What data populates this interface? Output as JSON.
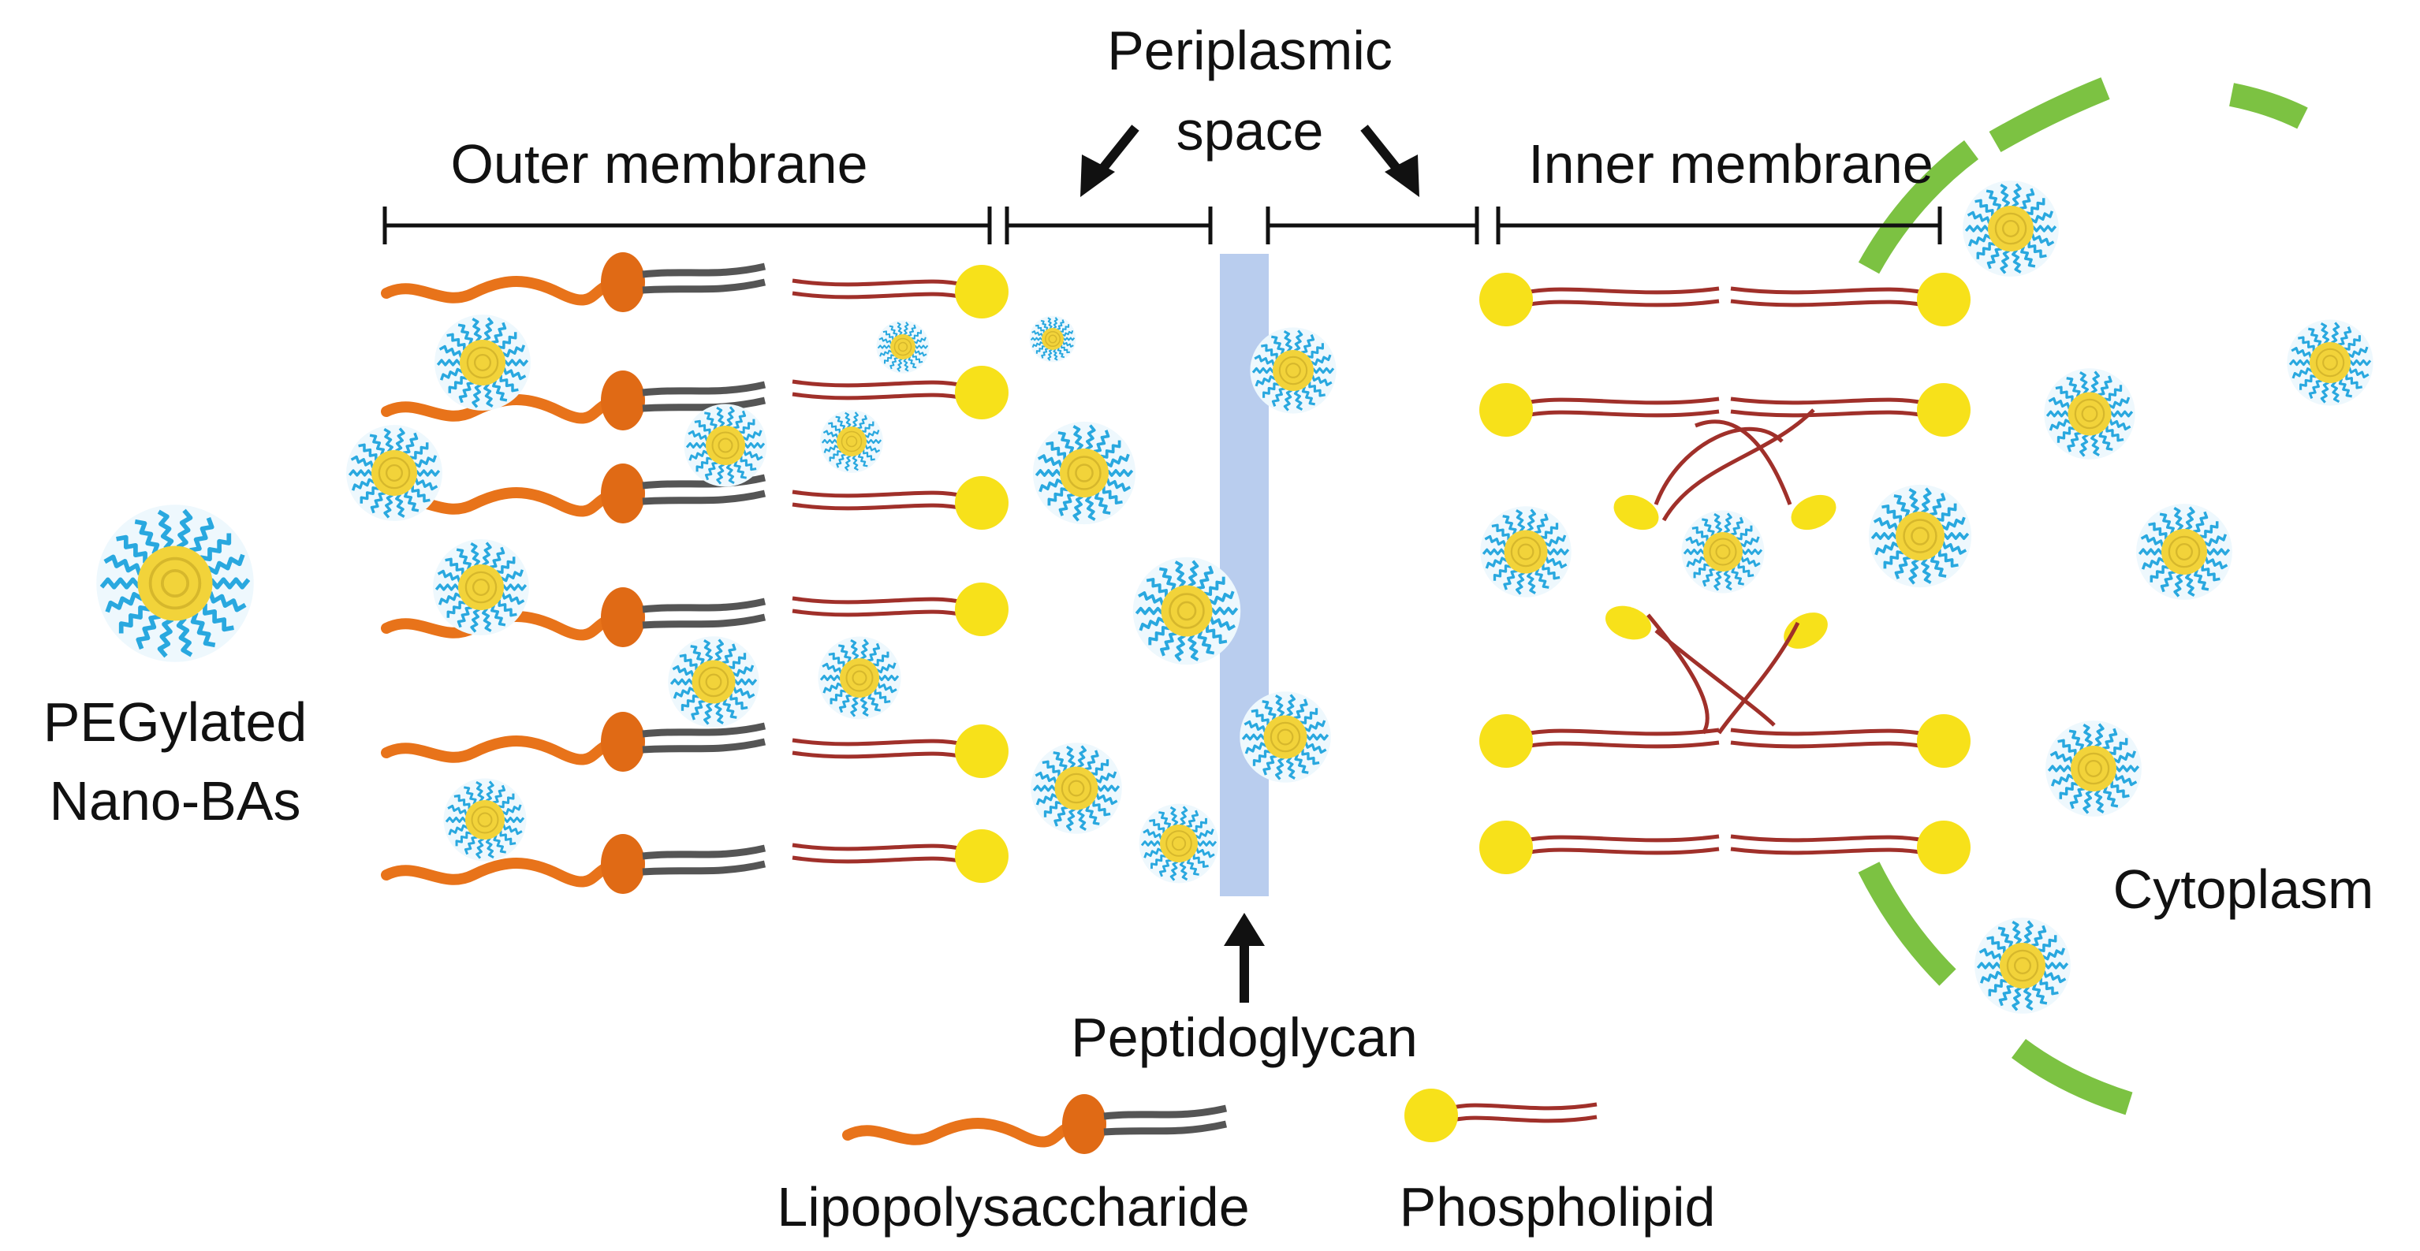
{
  "labels": {
    "outer_membrane": "Outer membrane",
    "periplasmic_line1": "Periplasmic",
    "periplasmic_line2": "space",
    "inner_membrane": "Inner membrane",
    "nanoparticle_line1": "PEGylated",
    "nanoparticle_line2": "Nano-BAs",
    "peptidoglycan": "Peptidoglycan",
    "cytoplasm": "Cytoplasm",
    "legend_lps": "Lipopolysaccharide",
    "legend_phospholipid": "Phospholipid"
  },
  "colors": {
    "lps_tail": "#e8731a",
    "lps_head": "#e06a15",
    "lps_chain": "#555555",
    "lipid_tail": "#a0302a",
    "lipid_head": "#f7e11a",
    "peg": "#29a8df",
    "core": "#f2d33a",
    "peptidoglycan": "#b9cdee",
    "cell_wall": "#7cc242",
    "text": "#111111"
  },
  "icons": [
    "lipopolysaccharide-icon",
    "phospholipid-icon",
    "pegylated-nanoparticle-icon",
    "arrow-icon"
  ]
}
